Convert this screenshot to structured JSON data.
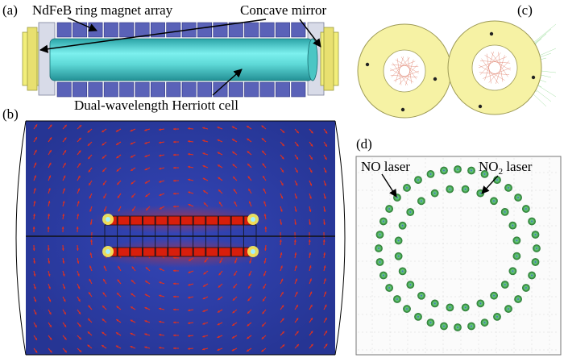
{
  "panels": {
    "a": {
      "tag": "(a)",
      "label_magnet": "NdFeB ring magnet array",
      "label_mirror": "Concave mirror",
      "label_cell": "Dual-wavelength Herriott cell"
    },
    "b": {
      "tag": "(b)"
    },
    "c": {
      "tag": "(c)"
    },
    "d": {
      "tag": "(d)",
      "label_no": "NO laser",
      "label_no2_prefix": "NO",
      "label_no2_sub": "2",
      "label_no2_suffix": " laser",
      "outer_spots": 36,
      "inner_spots": 24
    }
  },
  "colors": {
    "magnet": "#5a62b8",
    "cell": "#5fe0dc",
    "mirror": "#f2ee7a",
    "field_bg": "#2b3a9e",
    "arrow": "#e0301e",
    "spot_outer": "#2f7b3a",
    "spot_inner": "#6bd07e",
    "spot_core": "#3a4bd6"
  }
}
